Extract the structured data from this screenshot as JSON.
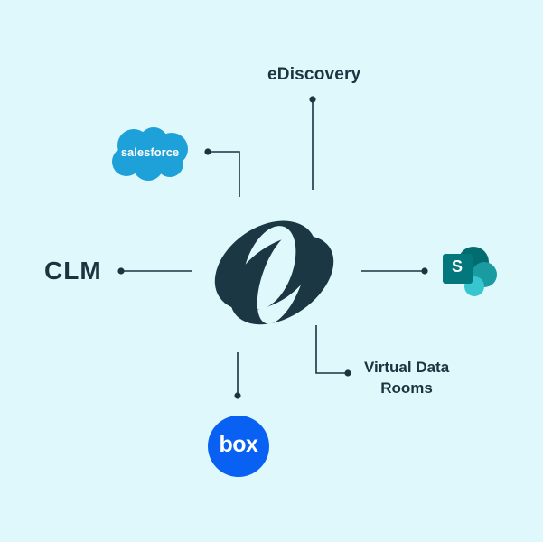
{
  "nodes": {
    "ediscovery": {
      "label": "eDiscovery"
    },
    "clm": {
      "label": "CLM"
    },
    "virtual_data_rooms": {
      "line1": "Virtual Data",
      "line2": "Rooms"
    },
    "salesforce": {
      "wordmark": "salesforce",
      "icon": "salesforce-cloud-logo",
      "color": "#1da1d8"
    },
    "box": {
      "wordmark": "box",
      "icon": "box-logo",
      "color": "#0861f2"
    },
    "sharepoint": {
      "letter": "S",
      "icon": "sharepoint-logo",
      "color": "#036c70"
    }
  },
  "center": {
    "icon": "interlocking-rings-logo",
    "color": "#1a3743"
  },
  "colors": {
    "background": "#dff8fb",
    "connector": "#1c3340"
  }
}
